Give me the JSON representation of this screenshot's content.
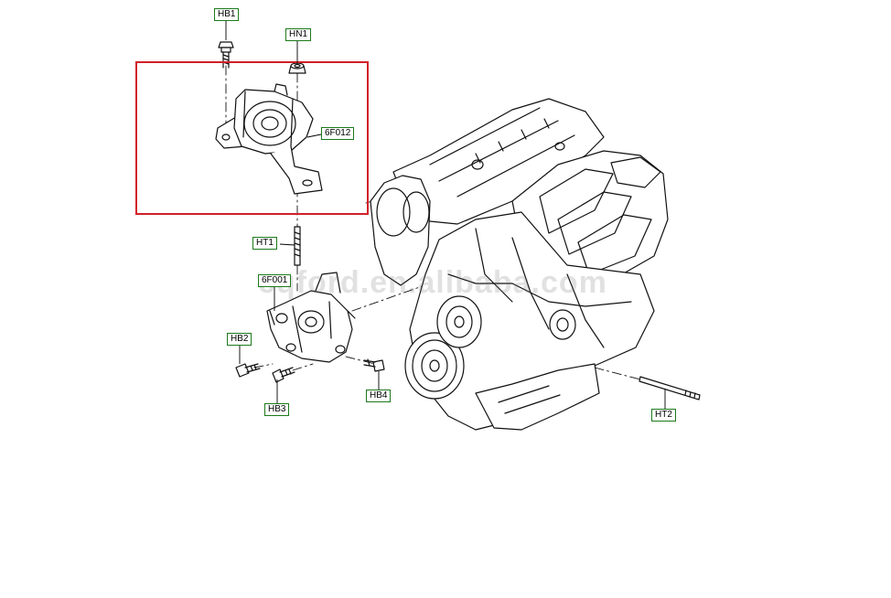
{
  "diagram": {
    "watermark_text": "cqford.en.alibaba.com",
    "highlight_color": "#d21f27",
    "callout_border_color": "#1b7a1b",
    "callouts": {
      "hb1": "HB1",
      "hn1": "HN1",
      "part_6f012": "6F012",
      "ht1": "HT1",
      "part_6f001": "6F001",
      "hb2": "HB2",
      "hb3": "HB3",
      "hb4": "HB4",
      "ht2": "HT2"
    }
  }
}
